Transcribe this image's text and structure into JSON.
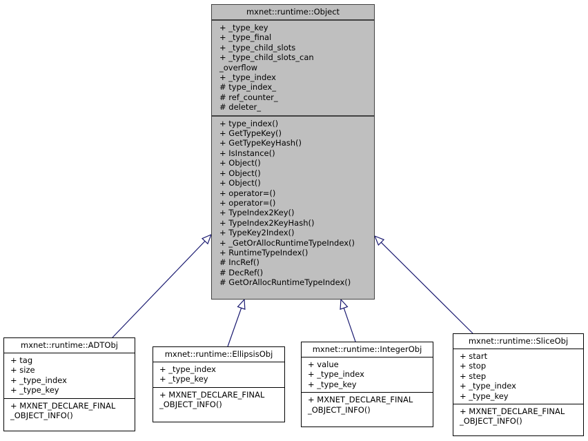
{
  "diagram": {
    "type": "class-inheritance",
    "base": {
      "name": "mxnet::runtime::Object",
      "attributes": [
        "+ _type_key",
        "+ _type_final",
        "+ _type_child_slots",
        "+ _type_child_slots_can",
        "_overflow",
        "+ _type_index",
        "# type_index_",
        "# ref_counter_",
        "# deleter_"
      ],
      "methods": [
        "+ type_index()",
        "+ GetTypeKey()",
        "+ GetTypeKeyHash()",
        "+ IsInstance()",
        "+ Object()",
        "+ Object()",
        "+ Object()",
        "+ operator=()",
        "+ operator=()",
        "+ TypeIndex2Key()",
        "+ TypeIndex2KeyHash()",
        "+ TypeKey2Index()",
        "+ _GetOrAllocRuntimeTypeIndex()",
        "+ RuntimeTypeIndex()",
        "# IncRef()",
        "# DecRef()",
        "# GetOrAllocRuntimeTypeIndex()"
      ]
    },
    "derived": [
      {
        "name": "mxnet::runtime::ADTObj",
        "attributes": [
          "+ tag",
          "+ size",
          "+ _type_index",
          "+ _type_key"
        ],
        "methods": [
          "+ MXNET_DECLARE_FINAL",
          "_OBJECT_INFO()"
        ]
      },
      {
        "name": "mxnet::runtime::EllipsisObj",
        "attributes": [
          "+ _type_index",
          "+ _type_key"
        ],
        "methods": [
          "+ MXNET_DECLARE_FINAL",
          "_OBJECT_INFO()"
        ]
      },
      {
        "name": "mxnet::runtime::IntegerObj",
        "attributes": [
          "+ value",
          "+ _type_index",
          "+ _type_key"
        ],
        "methods": [
          "+ MXNET_DECLARE_FINAL",
          "_OBJECT_INFO()"
        ]
      },
      {
        "name": "mxnet::runtime::SliceObj",
        "attributes": [
          "+ start",
          "+ stop",
          "+ step",
          "+ _type_index",
          "+ _type_key"
        ],
        "methods": [
          "+ MXNET_DECLARE_FINAL",
          "_OBJECT_INFO()"
        ]
      }
    ],
    "edge_color": "#191970",
    "base_fill": "#bfbfbf"
  }
}
